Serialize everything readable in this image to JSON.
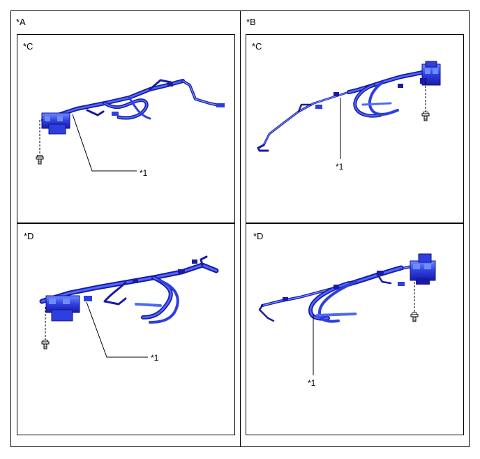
{
  "sections": [
    {
      "label": "*A",
      "panels": [
        {
          "label": "*C",
          "callout": "*1"
        },
        {
          "label": "*D",
          "callout": "*1"
        }
      ]
    },
    {
      "label": "*B",
      "panels": [
        {
          "label": "*C",
          "callout": "*1"
        },
        {
          "label": "*D",
          "callout": "*1"
        }
      ]
    }
  ],
  "colors": {
    "harness_dark": "#1a1aa8",
    "harness_mid": "#2e3fe0",
    "harness_light": "#6f8cff",
    "line": "#000000"
  },
  "icons": [
    "wire-harness-illustration",
    "bolt-icon"
  ]
}
